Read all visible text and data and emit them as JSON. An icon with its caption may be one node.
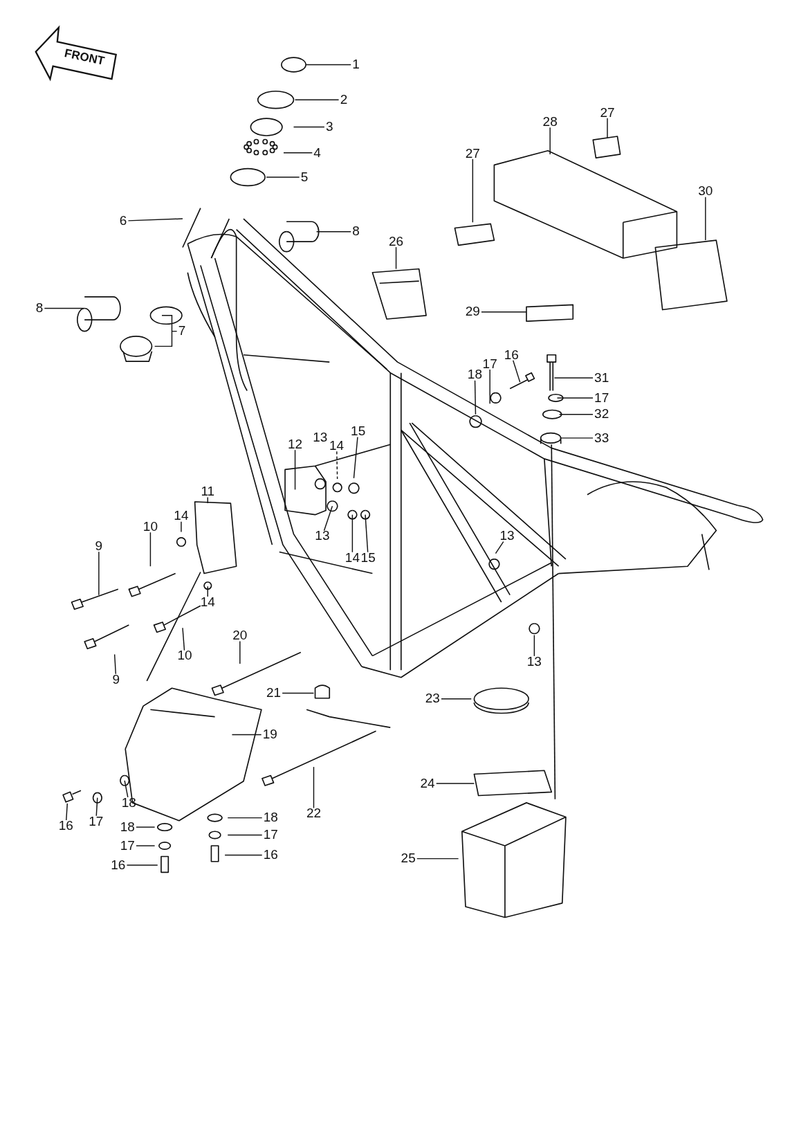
{
  "diagram": {
    "nodes": [
      {
        "text": [
          "1"
        ]
      },
      {
        "text": [
          "2"
        ]
      },
      {
        "text": [
          "27"
        ]
      },
      {
        "text": [
          "28"
        ]
      },
      {
        "text": [
          "3"
        ]
      },
      {
        "text": [
          "4"
        ]
      },
      {
        "text": [
          "27"
        ]
      },
      {
        "text": [
          "5"
        ]
      },
      {
        "text": [
          "30"
        ]
      },
      {
        "text": [
          "6"
        ]
      },
      {
        "text": [
          "8"
        ]
      },
      {
        "text": [
          "26"
        ]
      },
      {
        "text": [
          "8"
        ]
      },
      {
        "text": [
          "29"
        ]
      },
      {
        "text": [
          "7"
        ]
      },
      {
        "text": [
          "16"
        ]
      },
      {
        "text": [
          "17"
        ]
      },
      {
        "text": [
          "18"
        ]
      },
      {
        "text": [
          "31"
        ]
      },
      {
        "text": [
          "17"
        ]
      },
      {
        "text": [
          "32"
        ]
      },
      {
        "text": [
          "15"
        ]
      },
      {
        "text": [
          "33"
        ]
      },
      {
        "text": [
          "12"
        ]
      },
      {
        "text": [
          "14"
        ]
      },
      {
        "text": [
          "11"
        ]
      },
      {
        "text": [
          "14"
        ]
      },
      {
        "text": [
          "10"
        ]
      },
      {
        "text": [
          "13"
        ]
      },
      {
        "text": [
          "13"
        ]
      },
      {
        "text": [
          "9"
        ]
      },
      {
        "text": [
          "14"
        ]
      },
      {
        "text": [
          "15"
        ]
      },
      {
        "text": [
          "14"
        ]
      },
      {
        "text": [
          "20"
        ]
      },
      {
        "text": [
          "10"
        ]
      },
      {
        "text": [
          "13"
        ]
      },
      {
        "text": [
          "9"
        ]
      },
      {
        "text": [
          "21"
        ]
      },
      {
        "text": [
          "23"
        ]
      },
      {
        "text": [
          "19"
        ]
      },
      {
        "text": [
          "24"
        ]
      },
      {
        "text": [
          "16"
        ]
      },
      {
        "text": [
          "17"
        ]
      },
      {
        "text": [
          "18"
        ]
      },
      {
        "text": [
          "22"
        ]
      },
      {
        "text": [
          "18"
        ]
      },
      {
        "text": [
          "18"
        ]
      },
      {
        "text": [
          "17"
        ]
      },
      {
        "text": [
          "17"
        ]
      },
      {
        "text": [
          "16"
        ]
      },
      {
        "text": [
          "25"
        ]
      },
      {
        "text": [
          "16"
        ]
      }
    ],
    "edges": [
      {
        "from": 0,
        "to": null,
        "arrow": "none"
      },
      {
        "from": 1,
        "to": null,
        "arrow": "none"
      },
      {
        "from": 2,
        "to": null,
        "arrow": "none"
      },
      {
        "from": 3,
        "to": null,
        "arrow": "none"
      },
      {
        "from": 4,
        "to": null,
        "arrow": "none"
      },
      {
        "from": 5,
        "to": null,
        "arrow": "none"
      },
      {
        "from": 6,
        "to": null,
        "arrow": "none"
      },
      {
        "from": 7,
        "to": null,
        "arrow": "none"
      },
      {
        "from": 8,
        "to": null,
        "arrow": "none"
      },
      {
        "from": 9,
        "to": null,
        "arrow": "none"
      },
      {
        "from": 10,
        "to": null,
        "arrow": "none"
      },
      {
        "from": 11,
        "to": null,
        "arrow": "none"
      },
      {
        "from": 12,
        "to": null,
        "arrow": "none"
      },
      {
        "from": 13,
        "to": null,
        "arrow": "none"
      },
      {
        "from": 14,
        "to": null,
        "arrow": "none"
      },
      {
        "from": 15,
        "to": null,
        "arrow": "none"
      },
      {
        "from": 16,
        "to": null,
        "arrow": "none"
      },
      {
        "from": 17,
        "to": null,
        "arrow": "none"
      },
      {
        "from": 18,
        "to": null,
        "arrow": "none"
      },
      {
        "from": 19,
        "to": null,
        "arrow": "none"
      },
      {
        "from": 20,
        "to": null,
        "arrow": "none"
      },
      {
        "from": 21,
        "to": null,
        "arrow": "none"
      },
      {
        "from": 22,
        "to": null,
        "arrow": "none"
      },
      {
        "from": 23,
        "to": null,
        "arrow": "none"
      },
      {
        "from": 24,
        "to": null,
        "arrow": "none",
        "style": "dashed"
      },
      {
        "from": 25,
        "to": null,
        "arrow": "none"
      },
      {
        "from": 26,
        "to": null,
        "arrow": "none"
      },
      {
        "from": 27,
        "to": null,
        "arrow": "none"
      },
      {
        "from": 28,
        "to": null,
        "arrow": "none"
      },
      {
        "from": 29,
        "to": null,
        "arrow": "none"
      },
      {
        "from": 30,
        "to": null,
        "arrow": "none"
      },
      {
        "from": 31,
        "to": null,
        "arrow": "none"
      },
      {
        "from": 32,
        "to": null,
        "arrow": "none"
      },
      {
        "from": 33,
        "to": null,
        "arrow": "none"
      },
      {
        "from": 34,
        "to": null,
        "arrow": "none"
      },
      {
        "from": 35,
        "to": null,
        "arrow": "none"
      },
      {
        "from": 36,
        "to": null,
        "arrow": "none"
      },
      {
        "from": 37,
        "to": null,
        "arrow": "none"
      },
      {
        "from": 38,
        "to": null,
        "arrow": "none"
      },
      {
        "from": 39,
        "to": null,
        "arrow": "none"
      },
      {
        "from": 40,
        "to": null,
        "arrow": "none"
      },
      {
        "from": 41,
        "to": null,
        "arrow": "none"
      },
      {
        "from": 42,
        "to": null,
        "arrow": "none"
      },
      {
        "from": 43,
        "to": null,
        "arrow": "none"
      },
      {
        "from": 44,
        "to": null,
        "arrow": "none"
      },
      {
        "from": 45,
        "to": null,
        "arrow": "none"
      },
      {
        "from": 46,
        "to": null,
        "arrow": "none"
      },
      {
        "from": 47,
        "to": null,
        "arrow": "none"
      },
      {
        "from": 48,
        "to": null,
        "arrow": "none"
      },
      {
        "from": 49,
        "to": null,
        "arrow": "none"
      },
      {
        "from": 50,
        "to": null,
        "arrow": "none"
      },
      {
        "from": 51,
        "to": null,
        "arrow": "none"
      },
      {
        "from": 52,
        "to": null,
        "arrow": "none"
      }
    ],
    "labels": [
      "FRONT",
      "13"
    ]
  }
}
